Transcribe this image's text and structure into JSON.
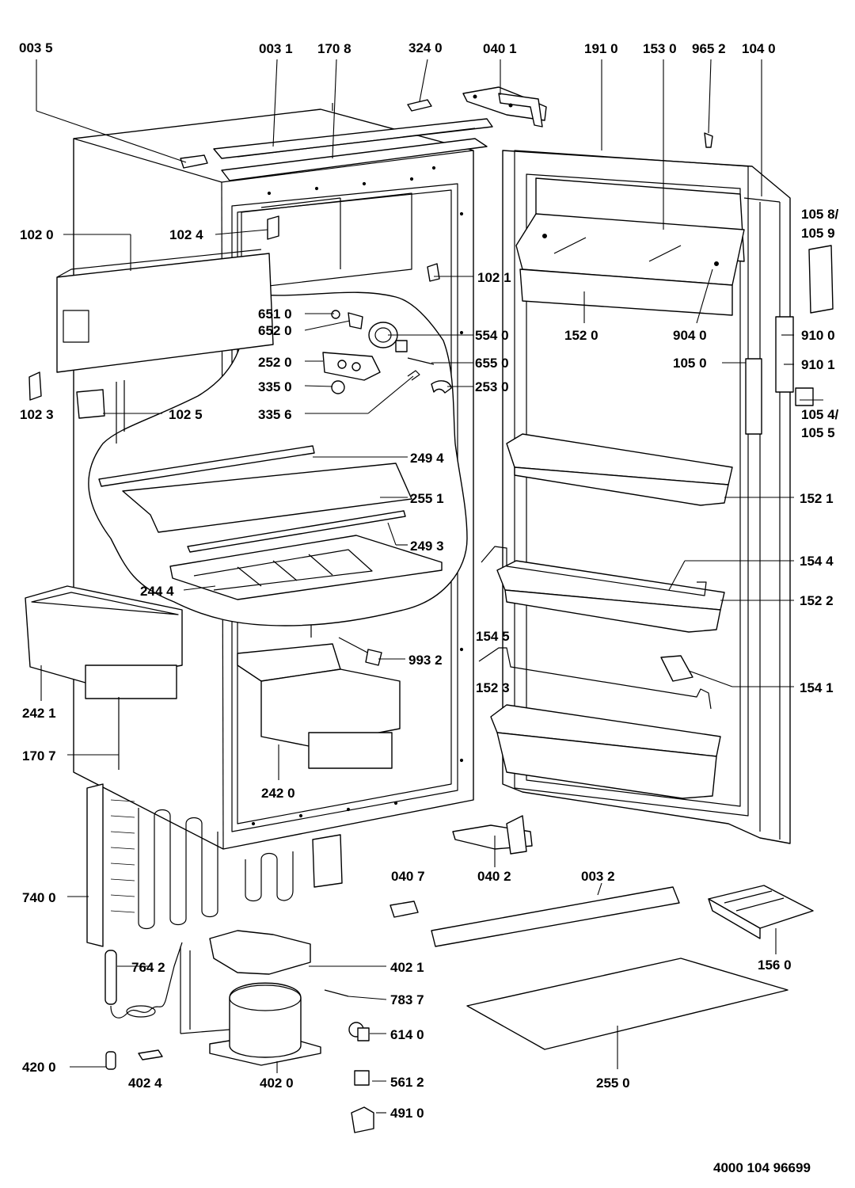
{
  "drawing_number": "4000 104 96699",
  "parts": [
    {
      "id": "p0035",
      "label": "003 5"
    },
    {
      "id": "p0031",
      "label": "003 1"
    },
    {
      "id": "p1708",
      "label": "170 8"
    },
    {
      "id": "p3240",
      "label": "324 0"
    },
    {
      "id": "p0401",
      "label": "040 1"
    },
    {
      "id": "p1910",
      "label": "191 0"
    },
    {
      "id": "p1530",
      "label": "153 0"
    },
    {
      "id": "p9652",
      "label": "965 2"
    },
    {
      "id": "p1040",
      "label": "104 0"
    },
    {
      "id": "p1020",
      "label": "102 0"
    },
    {
      "id": "p1024",
      "label": "102 4"
    },
    {
      "id": "p1058",
      "label": "105 8/"
    },
    {
      "id": "p1059",
      "label": "105 9"
    },
    {
      "id": "p1021",
      "label": "102 1"
    },
    {
      "id": "p6510",
      "label": "651 0"
    },
    {
      "id": "p6520",
      "label": "652 0"
    },
    {
      "id": "p5540",
      "label": "554 0"
    },
    {
      "id": "p1520",
      "label": "152 0"
    },
    {
      "id": "p9040",
      "label": "904 0"
    },
    {
      "id": "p9100",
      "label": "910 0"
    },
    {
      "id": "p2520",
      "label": "252 0"
    },
    {
      "id": "p6550",
      "label": "655 0"
    },
    {
      "id": "p1050",
      "label": "105 0"
    },
    {
      "id": "p9101",
      "label": "910 1"
    },
    {
      "id": "p3350",
      "label": "335 0"
    },
    {
      "id": "p2530",
      "label": "253 0"
    },
    {
      "id": "p1023",
      "label": "102 3"
    },
    {
      "id": "p1025",
      "label": "102 5"
    },
    {
      "id": "p3356",
      "label": "335 6"
    },
    {
      "id": "p1054",
      "label": "105 4/"
    },
    {
      "id": "p1055",
      "label": "105 5"
    },
    {
      "id": "p2494",
      "label": "249 4"
    },
    {
      "id": "p2551",
      "label": "255 1"
    },
    {
      "id": "p1521",
      "label": "152 1"
    },
    {
      "id": "p2493",
      "label": "249 3"
    },
    {
      "id": "p1544",
      "label": "154 4"
    },
    {
      "id": "p2444",
      "label": "244 4"
    },
    {
      "id": "p1522",
      "label": "152 2"
    },
    {
      "id": "p1545",
      "label": "154 5"
    },
    {
      "id": "p9932",
      "label": "993 2"
    },
    {
      "id": "p1523",
      "label": "152 3"
    },
    {
      "id": "p1541",
      "label": "154 1"
    },
    {
      "id": "p2421",
      "label": "242 1"
    },
    {
      "id": "p1707",
      "label": "170 7"
    },
    {
      "id": "p2420",
      "label": "242 0"
    },
    {
      "id": "p0407",
      "label": "040 7"
    },
    {
      "id": "p0402",
      "label": "040 2"
    },
    {
      "id": "p0032",
      "label": "003 2"
    },
    {
      "id": "p7400",
      "label": "740 0"
    },
    {
      "id": "p1560",
      "label": "156 0"
    },
    {
      "id": "p7642",
      "label": "764 2"
    },
    {
      "id": "p4021",
      "label": "402 1"
    },
    {
      "id": "p7837",
      "label": "783 7"
    },
    {
      "id": "p6140",
      "label": "614 0"
    },
    {
      "id": "p4200",
      "label": "420 0"
    },
    {
      "id": "p4024",
      "label": "402 4"
    },
    {
      "id": "p4020",
      "label": "402 0"
    },
    {
      "id": "p5612",
      "label": "561 2"
    },
    {
      "id": "p2550",
      "label": "255 0"
    },
    {
      "id": "p4910",
      "label": "491 0"
    }
  ]
}
